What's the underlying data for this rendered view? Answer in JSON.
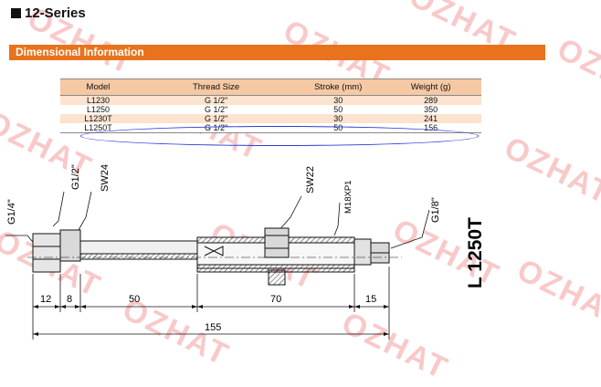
{
  "header": {
    "series_title": "12-Series",
    "section_title": "Dimensional Information"
  },
  "table": {
    "columns": [
      "Model",
      "Thread Size",
      "Stroke (mm)",
      "Weight (g)"
    ],
    "rows": [
      [
        "L1230",
        "G 1/2\"",
        "30",
        "289"
      ],
      [
        "L1250",
        "G 1/2\"",
        "50",
        "350"
      ],
      [
        "L1230T",
        "G 1/2\"",
        "30",
        "241"
      ],
      [
        "L1250T",
        "G 1/2\"",
        "50",
        "156"
      ]
    ]
  },
  "drawing": {
    "model_label": "L 1250T",
    "callouts": {
      "g14": "G1/4\"",
      "g12": "G1/2\"",
      "sw24": "SW24",
      "sw22": "SW22",
      "m18": "M18XP1",
      "g18": "G1/8\""
    },
    "dimensions": {
      "d12": "12",
      "d8": "8",
      "d50": "50",
      "d70": "70",
      "d15": "15",
      "d155": "155"
    }
  },
  "watermark": {
    "text": "OZHAT"
  }
}
